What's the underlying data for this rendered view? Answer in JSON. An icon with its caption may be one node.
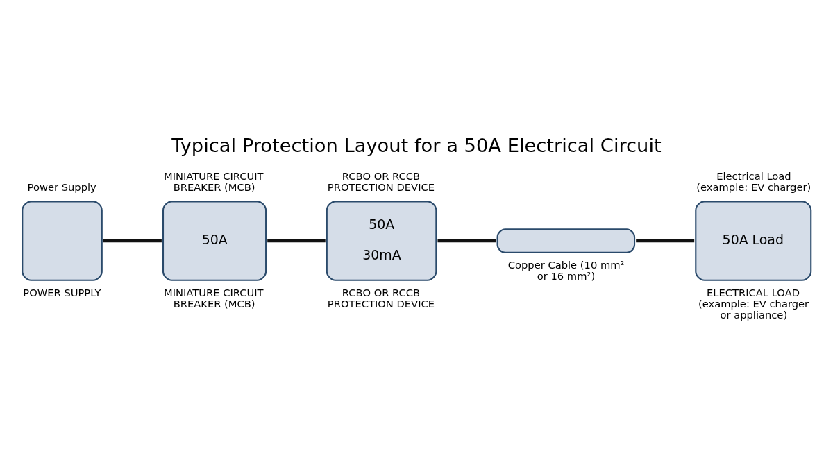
{
  "diagram": {
    "title": "Typical Protection Layout for a 50A Electrical Circuit",
    "nodes": [
      {
        "text": [
          "Power Supply",
          "POWER SUPPLY"
        ]
      },
      {
        "text": [
          "MINIATURE CIRCUIT BREAKER (MCB)",
          "50A",
          "MINIATURE CIRCUIT BREAKER (MCB)"
        ]
      },
      {
        "text": [
          "RCBO OR RCCB PROTECTION DEVICE",
          "50A",
          "30mA",
          "RCBO OR RCCB PROTECTION DEVICE"
        ]
      },
      {
        "text": [],
        "shape": "cylinder",
        "beside": [
          "Copper Cable (10 mm² or 16 mm²)"
        ]
      },
      {
        "text": [
          "Electrical Load (example: EV charger)",
          "50A Load",
          "ELECTRICAL LOAD (example: EV charger or appliance)"
        ]
      }
    ],
    "edges": [
      {
        "from": 0,
        "to": 1,
        "arrow": "none"
      },
      {
        "from": 1,
        "to": 2,
        "arrow": "none"
      },
      {
        "from": 2,
        "to": 3,
        "arrow": "none"
      },
      {
        "from": 3,
        "to": 4,
        "arrow": "none"
      }
    ]
  }
}
